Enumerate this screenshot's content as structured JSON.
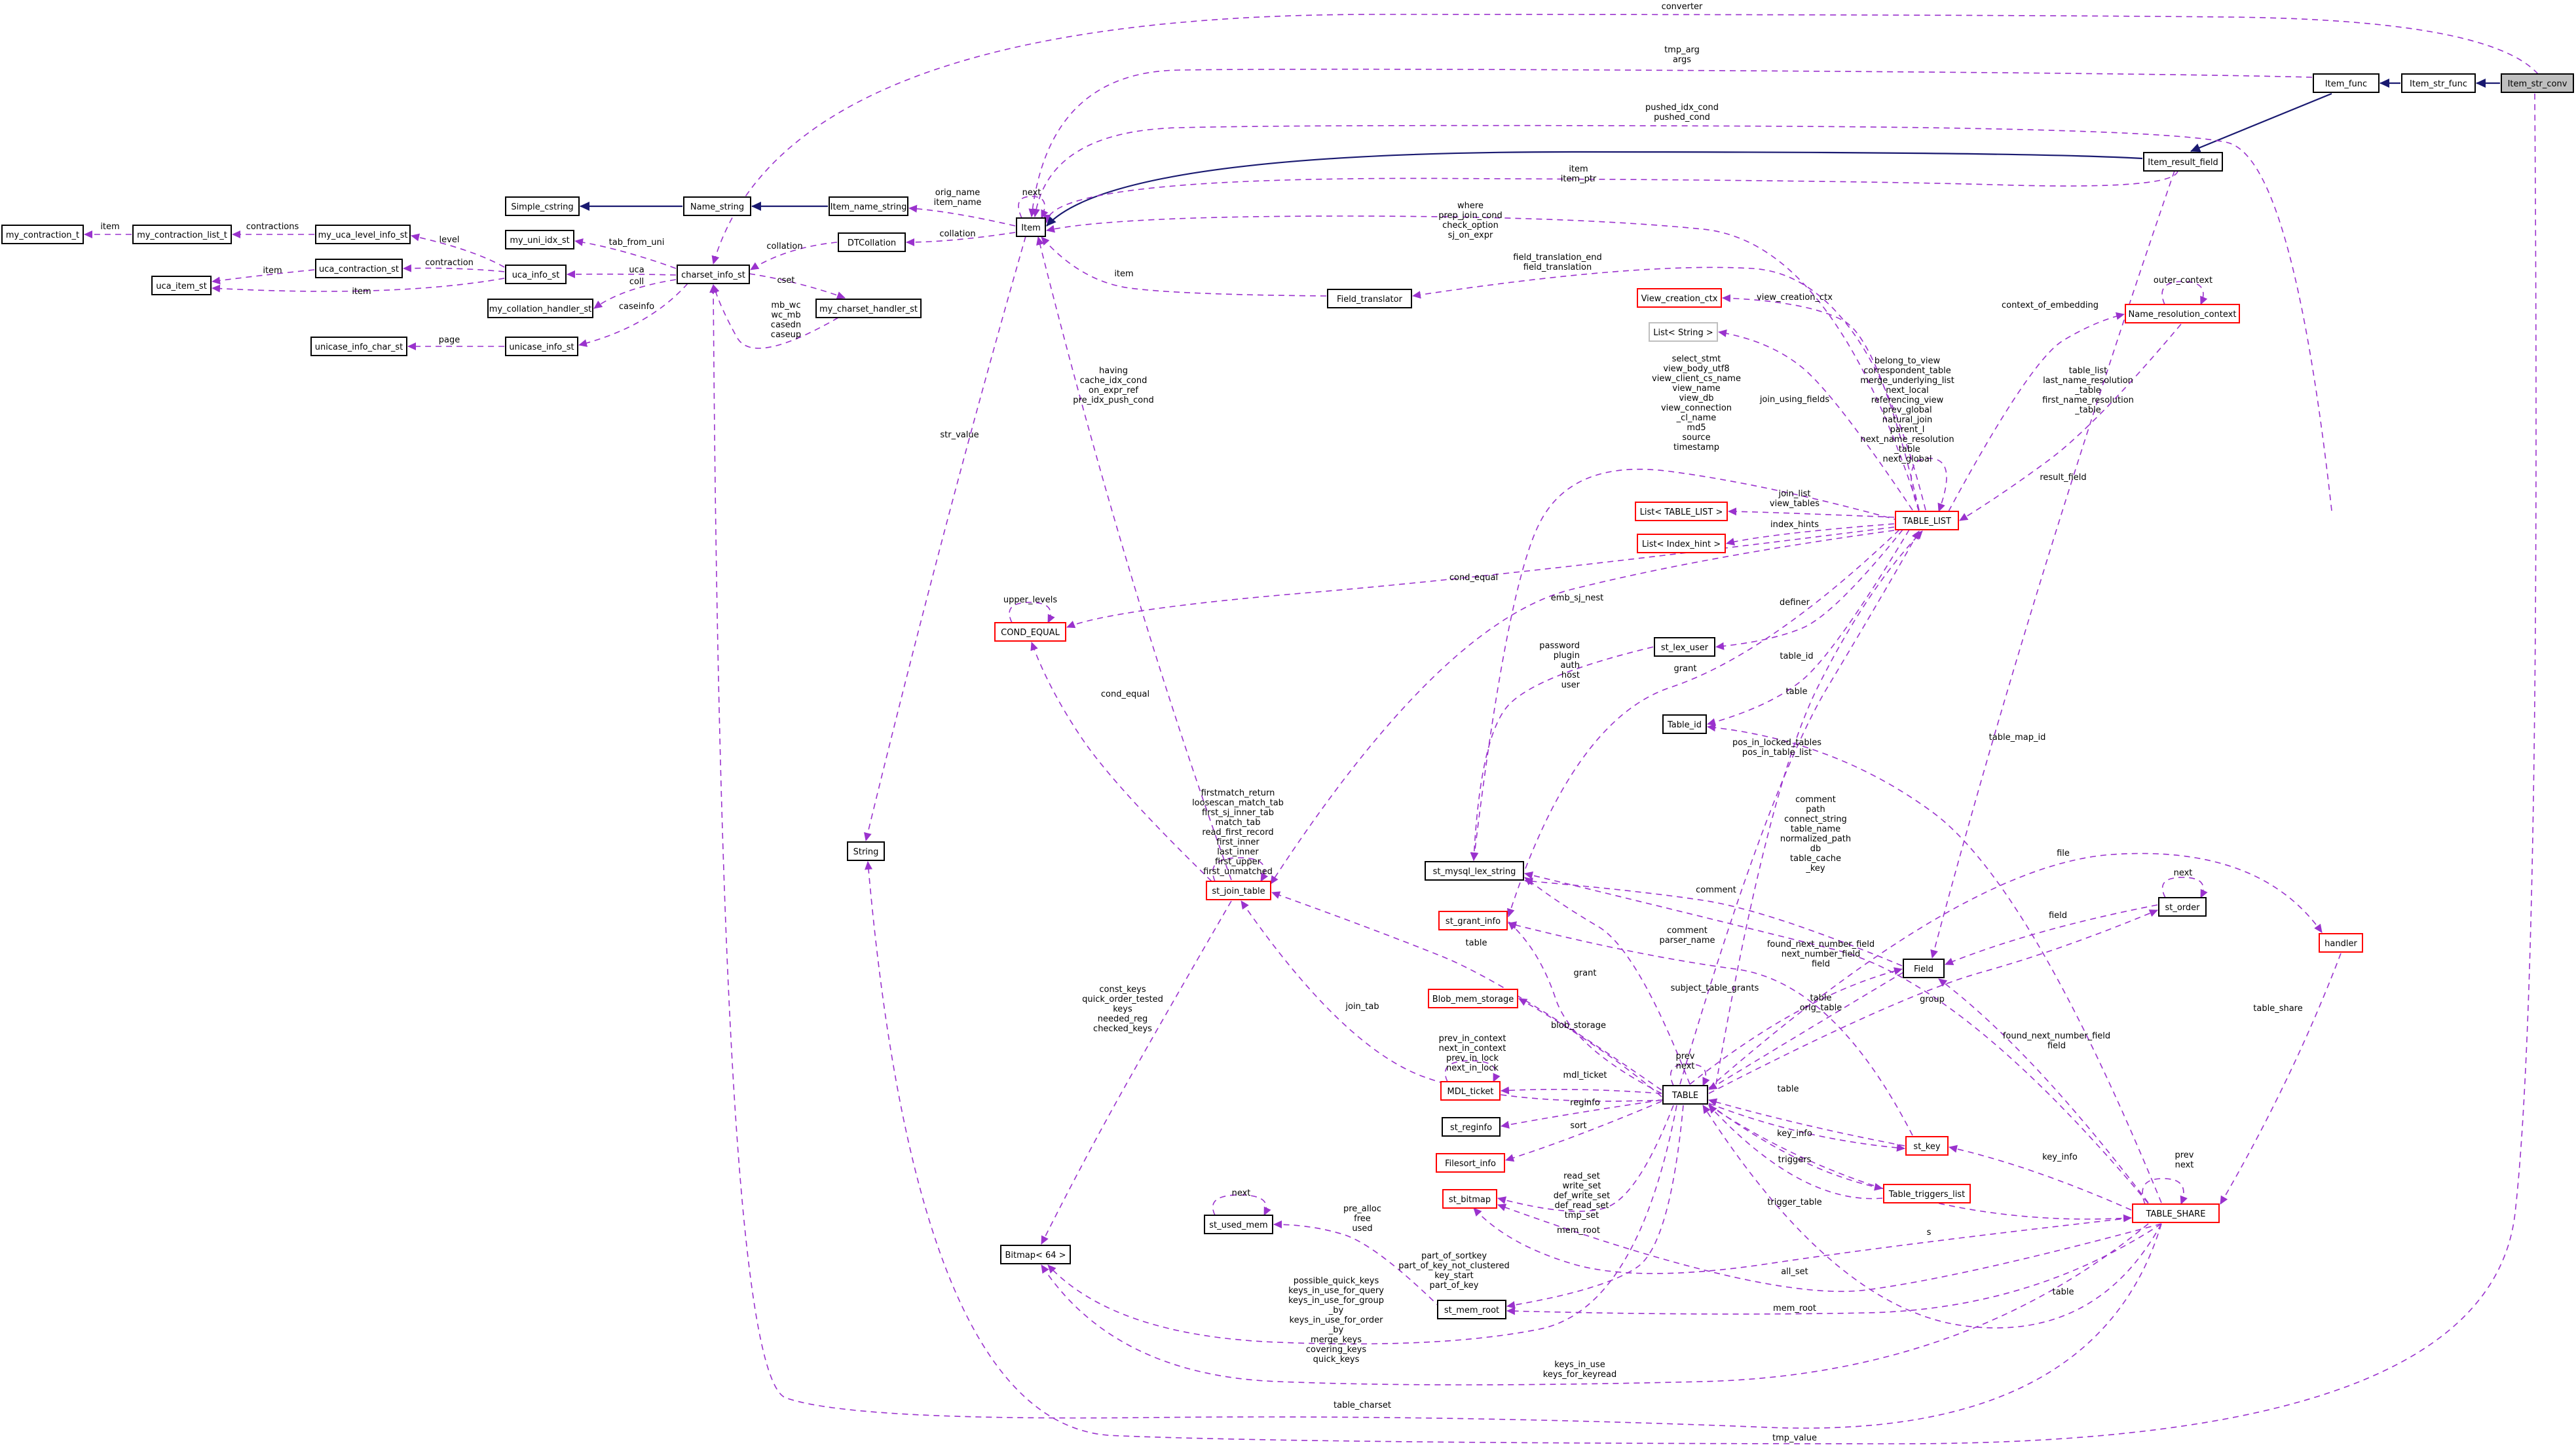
{
  "colors": {
    "box_stroke_black": "#000000",
    "box_stroke_red": "#ff0000",
    "box_stroke_gray": "#bfbfbf",
    "highlight_fill": "#bfbfbf",
    "inherit_edge": "#191970",
    "usage_edge": "#9a32cd",
    "label_text": "#000000",
    "background": "#ffffff"
  },
  "nodes": [
    {
      "id": "item_str_conv",
      "label": "Item_str_conv",
      "style": "highlight"
    },
    {
      "id": "item_str_func",
      "label": "Item_str_func",
      "style": "black"
    },
    {
      "id": "item_func",
      "label": "Item_func",
      "style": "black"
    },
    {
      "id": "item_result_field",
      "label": "Item_result_field",
      "style": "black"
    },
    {
      "id": "item",
      "label": "Item",
      "style": "black"
    },
    {
      "id": "item_name_string",
      "label": "Item_name_string",
      "style": "black"
    },
    {
      "id": "name_string",
      "label": "Name_string",
      "style": "black"
    },
    {
      "id": "simple_cstring",
      "label": "Simple_cstring",
      "style": "black"
    },
    {
      "id": "dtcollation",
      "label": "DTCollation",
      "style": "black"
    },
    {
      "id": "charset_info_st",
      "label": "charset_info_st",
      "style": "black"
    },
    {
      "id": "my_uni_idx_st",
      "label": "my_uni_idx_st",
      "style": "black"
    },
    {
      "id": "uca_info_st",
      "label": "uca_info_st",
      "style": "black"
    },
    {
      "id": "my_uca_level_info_st",
      "label": "my_uca_level_info_st",
      "style": "black"
    },
    {
      "id": "my_contraction_list_t",
      "label": "my_contraction_list_t",
      "style": "black"
    },
    {
      "id": "my_contraction_t",
      "label": "my_contraction_t",
      "style": "black"
    },
    {
      "id": "uca_contraction_st",
      "label": "uca_contraction_st",
      "style": "black"
    },
    {
      "id": "uca_item_st",
      "label": "uca_item_st",
      "style": "black"
    },
    {
      "id": "my_collation_handler_st",
      "label": "my_collation_handler_st",
      "style": "black"
    },
    {
      "id": "my_charset_handler_st",
      "label": "my_charset_handler_st",
      "style": "black"
    },
    {
      "id": "unicase_info_st",
      "label": "unicase_info_st",
      "style": "black"
    },
    {
      "id": "unicase_info_char_st",
      "label": "unicase_info_char_st",
      "style": "black"
    },
    {
      "id": "field_translator",
      "label": "Field_translator",
      "style": "black"
    },
    {
      "id": "view_creation_ctx",
      "label": "View_creation_ctx",
      "style": "red"
    },
    {
      "id": "list_string",
      "label": "List< String >",
      "style": "gray"
    },
    {
      "id": "name_resolution_context",
      "label": "Name_resolution_context",
      "style": "red"
    },
    {
      "id": "table_list",
      "label": "TABLE_LIST",
      "style": "red"
    },
    {
      "id": "list_table_list",
      "label": "List< TABLE_LIST >",
      "style": "red"
    },
    {
      "id": "list_index_hint",
      "label": "List< Index_hint >",
      "style": "red"
    },
    {
      "id": "cond_equal",
      "label": "COND_EQUAL",
      "style": "red"
    },
    {
      "id": "st_lex_user",
      "label": "st_lex_user",
      "style": "black"
    },
    {
      "id": "table_id",
      "label": "Table_id",
      "style": "black"
    },
    {
      "id": "string",
      "label": "String",
      "style": "black"
    },
    {
      "id": "st_join_table",
      "label": "st_join_table",
      "style": "red"
    },
    {
      "id": "st_mysql_lex_string",
      "label": "st_mysql_lex_string",
      "style": "black"
    },
    {
      "id": "st_grant_info",
      "label": "st_grant_info",
      "style": "red"
    },
    {
      "id": "blob_mem_storage",
      "label": "Blob_mem_storage",
      "style": "red"
    },
    {
      "id": "mdl_ticket",
      "label": "MDL_ticket",
      "style": "red"
    },
    {
      "id": "st_reginfo",
      "label": "st_reginfo",
      "style": "black"
    },
    {
      "id": "filesort_info",
      "label": "Filesort_info",
      "style": "red"
    },
    {
      "id": "st_bitmap",
      "label": "st_bitmap",
      "style": "red"
    },
    {
      "id": "bitmap_64",
      "label": "Bitmap< 64 >",
      "style": "black"
    },
    {
      "id": "st_used_mem",
      "label": "st_used_mem",
      "style": "black"
    },
    {
      "id": "st_mem_root",
      "label": "st_mem_root",
      "style": "black"
    },
    {
      "id": "table",
      "label": "TABLE",
      "style": "black"
    },
    {
      "id": "field",
      "label": "Field",
      "style": "black"
    },
    {
      "id": "st_order",
      "label": "st_order",
      "style": "black"
    },
    {
      "id": "handler",
      "label": "handler",
      "style": "red"
    },
    {
      "id": "st_key",
      "label": "st_key",
      "style": "red"
    },
    {
      "id": "table_triggers_list",
      "label": "Table_triggers_list",
      "style": "red"
    },
    {
      "id": "table_share",
      "label": "TABLE_SHARE",
      "style": "red"
    }
  ],
  "edges": [
    {
      "id": "e_conv_strfunc",
      "kind": "inherit",
      "from": "item_str_func",
      "to": "item_str_conv"
    },
    {
      "id": "e_strfunc_func",
      "kind": "inherit",
      "from": "item_func",
      "to": "item_str_func"
    },
    {
      "id": "e_func_rf",
      "kind": "inherit",
      "from": "item_result_field",
      "to": "item_func"
    },
    {
      "id": "e_rf_item",
      "kind": "inherit",
      "from": "item",
      "to": "item_result_field"
    },
    {
      "id": "e_ins_name",
      "kind": "inherit",
      "from": "name_string",
      "to": "item_name_string"
    },
    {
      "id": "e_name_simple",
      "kind": "inherit",
      "from": "simple_cstring",
      "to": "name_string"
    },
    {
      "id": "e_converter",
      "kind": "usage",
      "label": "converter"
    },
    {
      "id": "e_tmp_arg",
      "kind": "usage",
      "label": "tmp_arg\nargs"
    },
    {
      "id": "e_pushed",
      "kind": "usage",
      "label": "pushed_idx_cond\npushed_cond"
    },
    {
      "id": "e_item_next",
      "kind": "usage",
      "label": "next"
    },
    {
      "id": "e_item_field",
      "kind": "usage",
      "label": "item\nitem_ptr"
    },
    {
      "id": "e_where",
      "kind": "usage",
      "label": "where\nprep_join_cond\ncheck_option\nsj_on_expr"
    },
    {
      "id": "e_ft_item",
      "kind": "usage",
      "label": "item"
    },
    {
      "id": "e_field_translation",
      "kind": "usage",
      "label": "field_translation_end\nfield_translation"
    },
    {
      "id": "e_orig_name",
      "kind": "usage",
      "label": "orig_name\nitem_name"
    },
    {
      "id": "e_collation_item",
      "kind": "usage",
      "label": "collation"
    },
    {
      "id": "e_collation_cs",
      "kind": "usage",
      "label": "collation"
    },
    {
      "id": "e_str_value",
      "kind": "usage",
      "label": "str_value"
    },
    {
      "id": "e_tab_from_uni",
      "kind": "usage",
      "label": "tab_from_uni"
    },
    {
      "id": "e_uca",
      "kind": "usage",
      "label": "uca"
    },
    {
      "id": "e_coll",
      "kind": "usage",
      "label": "coll"
    },
    {
      "id": "e_caseinfo",
      "kind": "usage",
      "label": "caseinfo"
    },
    {
      "id": "e_cset",
      "kind": "usage",
      "label": "cset"
    },
    {
      "id": "e_mbwc",
      "kind": "usage",
      "label": "mb_wc\nwc_mb\ncasedn\ncaseup"
    },
    {
      "id": "e_level",
      "kind": "usage",
      "label": "level"
    },
    {
      "id": "e_contractions",
      "kind": "usage",
      "label": "contractions"
    },
    {
      "id": "e_item_contr",
      "kind": "usage",
      "label": "item"
    },
    {
      "id": "e_contraction",
      "kind": "usage",
      "label": "contraction"
    },
    {
      "id": "e_uca_item",
      "kind": "usage",
      "label": "item"
    },
    {
      "id": "e_item_uca",
      "kind": "usage",
      "label": "item"
    },
    {
      "id": "e_page",
      "kind": "usage",
      "label": "page"
    },
    {
      "id": "e_having",
      "kind": "usage",
      "label": "having\ncache_idx_cond\non_expr_ref\npre_idx_push_cond"
    },
    {
      "id": "e_view_ctx",
      "kind": "usage",
      "label": "view_creation_ctx"
    },
    {
      "id": "e_join_using",
      "kind": "usage",
      "label": "join_using_fields"
    },
    {
      "id": "e_select_stmt",
      "kind": "usage",
      "label": "select_stmt\nview_body_utf8\nview_client_cs_name\nview_name\nview_db\nview_connection\n_cl_name\nmd5\nsource\ntimestamp"
    },
    {
      "id": "e_tl_self",
      "kind": "usage",
      "label": "belong_to_view\ncorrespondent_table\nmerge_underlying_list\nnext_local\nreferencing_view\nprev_global\nnatural_join\nparent_l\nnext_name_resolution\n_table\nnext_global"
    },
    {
      "id": "e_context",
      "kind": "usage",
      "label": "context_of_embedding"
    },
    {
      "id": "e_outer_context",
      "kind": "usage",
      "label": "outer_context"
    },
    {
      "id": "e_first_name",
      "kind": "usage",
      "label": "table_list\nlast_name_resolution\n_table\nfirst_name_resolution\n_table"
    },
    {
      "id": "e_join_list",
      "kind": "usage",
      "label": "join_list\nview_tables"
    },
    {
      "id": "e_index_hints",
      "kind": "usage",
      "label": "index_hints"
    },
    {
      "id": "e_cond_equal_tl",
      "kind": "usage",
      "label": "cond_equal"
    },
    {
      "id": "e_upper_levels",
      "kind": "usage",
      "label": "upper_levels"
    },
    {
      "id": "e_emb_sj",
      "kind": "usage",
      "label": "emb_sj_nest"
    },
    {
      "id": "e_definer",
      "kind": "usage",
      "label": "definer"
    },
    {
      "id": "e_password",
      "kind": "usage",
      "label": "password\nplugin\nauth\nhost\nuser"
    },
    {
      "id": "e_grant_tl",
      "kind": "usage",
      "label": "grant"
    },
    {
      "id": "e_table_id",
      "kind": "usage",
      "label": "table_id"
    },
    {
      "id": "e_table_tl",
      "kind": "usage",
      "label": "table"
    },
    {
      "id": "e_table_map_id",
      "kind": "usage",
      "label": "table_map_id"
    },
    {
      "id": "e_pos_in_locked",
      "kind": "usage",
      "label": "pos_in_locked_tables\npos_in_table_list"
    },
    {
      "id": "e_comment_path",
      "kind": "usage",
      "label": "comment\npath\nconnect_string\ntable_name\nnormalized_path\ndb\ntable_cache\n_key"
    },
    {
      "id": "e_cond_equal_jt",
      "kind": "usage",
      "label": "cond_equal"
    },
    {
      "id": "e_jt_self",
      "kind": "usage",
      "label": "firstmatch_return\nloosescan_match_tab\nfirst_sj_inner_tab\nmatch_tab\nread_first_record\nfirst_inner\nlast_inner\nfirst_upper\nfirst_unmatched"
    },
    {
      "id": "e_const_keys",
      "kind": "usage",
      "label": "const_keys\nquick_order_tested\nkeys\nneeded_reg\nchecked_keys"
    },
    {
      "id": "e_table_jt",
      "kind": "usage",
      "label": "table"
    },
    {
      "id": "e_join_tab",
      "kind": "usage",
      "label": "join_tab"
    },
    {
      "id": "e_grant_table",
      "kind": "usage",
      "label": "grant"
    },
    {
      "id": "e_blob_storage",
      "kind": "usage",
      "label": "blob_storage"
    },
    {
      "id": "e_mdl_self",
      "kind": "usage",
      "label": "prev_in_context\nnext_in_context\nprev_in_lock\nnext_in_lock"
    },
    {
      "id": "e_mdl_ticket",
      "kind": "usage",
      "label": "mdl_ticket"
    },
    {
      "id": "e_reginfo",
      "kind": "usage",
      "label": "reginfo"
    },
    {
      "id": "e_sort",
      "kind": "usage",
      "label": "sort"
    },
    {
      "id": "e_read_set",
      "kind": "usage",
      "label": "read_set\nwrite_set\ndef_write_set\ndef_read_set\ntmp_set"
    },
    {
      "id": "e_mem_root_t",
      "kind": "usage",
      "label": "mem_root"
    },
    {
      "id": "e_used_next",
      "kind": "usage",
      "label": "next"
    },
    {
      "id": "e_pre_alloc",
      "kind": "usage",
      "label": "pre_alloc\nfree\nused"
    },
    {
      "id": "e_possible_keys",
      "kind": "usage",
      "label": "possible_quick_keys\nkeys_in_use_for_query\nkeys_in_use_for_group\n_by\nkeys_in_use_for_order\n_by\nmerge_keys\ncovering_keys\nquick_keys"
    },
    {
      "id": "e_part_of_sortkey",
      "kind": "usage",
      "label": "part_of_sortkey\npart_of_key_not_clustered\nkey_start\npart_of_key"
    },
    {
      "id": "e_all_set",
      "kind": "usage",
      "label": "all_set"
    },
    {
      "id": "e_mem_root_s",
      "kind": "usage",
      "label": "mem_root"
    },
    {
      "id": "e_keys_in_use",
      "kind": "usage",
      "label": "keys_in_use\nkeys_for_keyread"
    },
    {
      "id": "e_table_charset",
      "kind": "usage",
      "label": "table_charset"
    },
    {
      "id": "e_tmp_value",
      "kind": "usage",
      "label": "tmp_value"
    },
    {
      "id": "e_comment_parser",
      "kind": "usage",
      "label": "comment\nparser_name"
    },
    {
      "id": "e_comment_field",
      "kind": "usage",
      "label": "comment"
    },
    {
      "id": "e_subject_grants",
      "kind": "usage",
      "label": "subject_table_grants"
    },
    {
      "id": "e_found_next",
      "kind": "usage",
      "label": "found_next_number_field\nnext_number_field\nfield"
    },
    {
      "id": "e_table_field",
      "kind": "usage",
      "label": "table\norig_table"
    },
    {
      "id": "e_result_field",
      "kind": "usage",
      "label": "result_field"
    },
    {
      "id": "e_field_order",
      "kind": "usage",
      "label": "field"
    },
    {
      "id": "e_order_next",
      "kind": "usage",
      "label": "next"
    },
    {
      "id": "e_group",
      "kind": "usage",
      "label": "group"
    },
    {
      "id": "e_file",
      "kind": "usage",
      "label": "file"
    },
    {
      "id": "e_prev_next",
      "kind": "usage",
      "label": "prev\nnext"
    },
    {
      "id": "e_table_key",
      "kind": "usage",
      "label": "table"
    },
    {
      "id": "e_key_info_t",
      "kind": "usage",
      "label": "key_info"
    },
    {
      "id": "e_triggers",
      "kind": "usage",
      "label": "triggers"
    },
    {
      "id": "e_trigger_table",
      "kind": "usage",
      "label": "trigger_table"
    },
    {
      "id": "e_s",
      "kind": "usage",
      "label": "s"
    },
    {
      "id": "e_table_s",
      "kind": "usage",
      "label": "table"
    },
    {
      "id": "e_share_self",
      "kind": "usage",
      "label": "prev\nnext"
    },
    {
      "id": "e_key_info_s",
      "kind": "usage",
      "label": "key_info"
    },
    {
      "id": "e_found_next_s",
      "kind": "usage",
      "label": "found_next_number_field\nfield"
    },
    {
      "id": "e_table_share_h",
      "kind": "usage",
      "label": "table_share"
    }
  ]
}
